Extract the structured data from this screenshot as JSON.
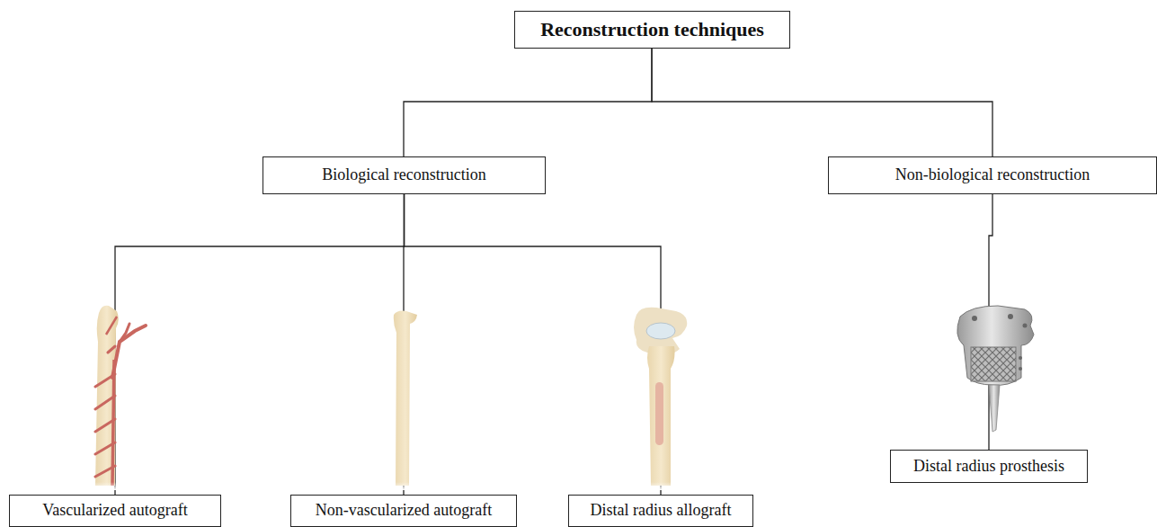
{
  "diagram": {
    "nodes": [
      {
        "text": [
          "Reconstruction techniques"
        ]
      },
      {
        "text": [
          "Biological reconstruction"
        ]
      },
      {
        "text": [
          "Non-biological reconstruction"
        ]
      },
      {
        "text": [
          "Vascularized autograft"
        ]
      },
      {
        "text": [
          "Non-vascularized autograft"
        ]
      },
      {
        "text": [
          "Distal radius allograft"
        ]
      },
      {
        "text": [
          "Distal radius prosthesis"
        ]
      }
    ],
    "edges": [
      {
        "from": 0,
        "to": 1,
        "arrow": "none"
      },
      {
        "from": 0,
        "to": 2,
        "arrow": "none"
      },
      {
        "from": 1,
        "to": 3,
        "arrow": "none"
      },
      {
        "from": 1,
        "to": 4,
        "arrow": "none"
      },
      {
        "from": 1,
        "to": 5,
        "arrow": "none"
      },
      {
        "from": 2,
        "to": 6,
        "arrow": "none"
      }
    ]
  }
}
